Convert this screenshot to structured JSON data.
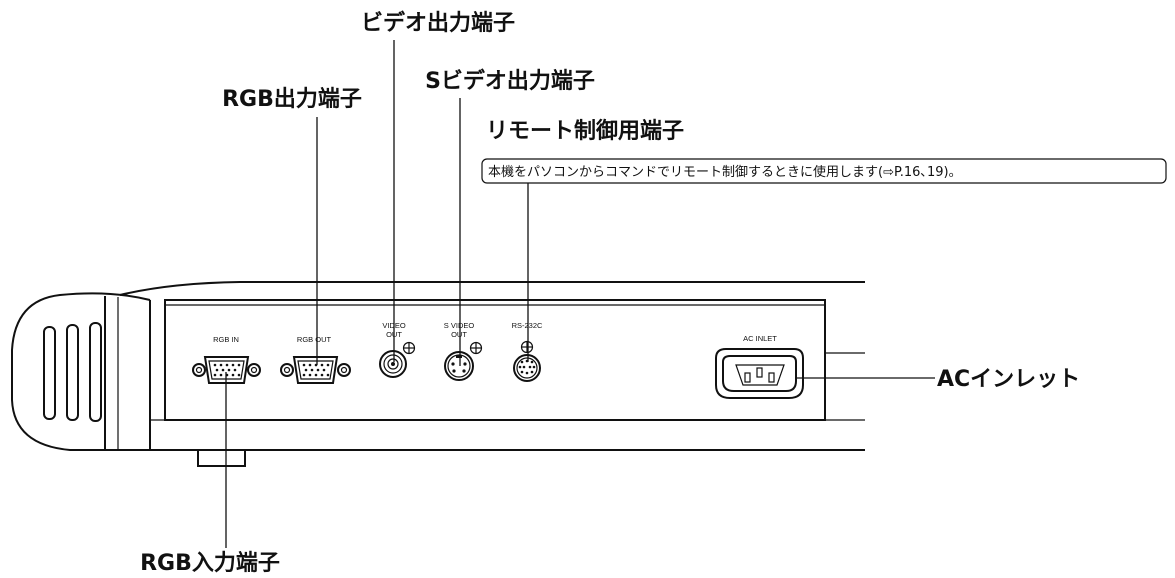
{
  "callouts": {
    "video_out": "ビデオ出力端子",
    "s_video_out": "Sビデオ出力端子",
    "remote": "リモート制御用端子",
    "remote_note": "本機をパソコンからコマンドでリモート制御するときに使用します(⇨P.16､19)。",
    "rgb_out": "RGB出力端子",
    "rgb_in": "RGB入力端子",
    "ac_inlet": "ACインレット"
  },
  "panel_labels": {
    "rgb_in": "RGB IN",
    "rgb_out": "RGB OUT",
    "video_out_1": "VIDEO",
    "video_out_2": "OUT",
    "s_video_out_1": "S VIDEO",
    "s_video_out_2": "OUT",
    "rs232c": "RS-232C",
    "ac_inlet": "AC INLET"
  },
  "colors": {
    "line": "#111111",
    "background": "#ffffff"
  }
}
